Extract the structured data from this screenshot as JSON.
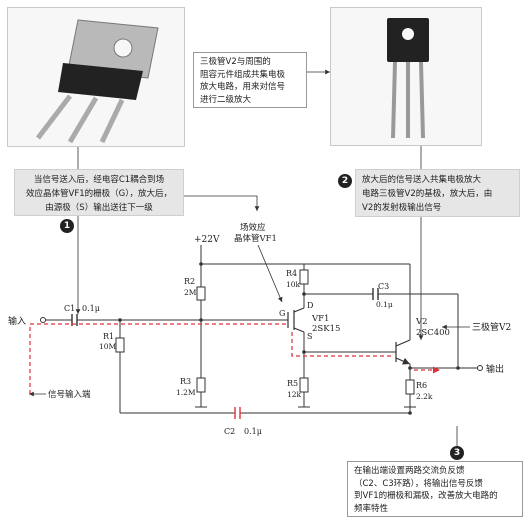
{
  "callouts": {
    "top_right": [
      "三极管V2与周围的",
      "阻容元件组成共集电极",
      "放大电路，用来对信号",
      "进行二级放大"
    ],
    "step1": [
      "当信号送入后，经电容C1耦合到场",
      "效应晶体管VF1的栅极（G），放大后，",
      "由源极（S）输出送往下一级"
    ],
    "step2": [
      "放大后的信号送入共集电极放大",
      "电路三极管V2的基极，放大后，由",
      "V2的发射极输出信号"
    ],
    "step3": [
      "在输出端设置两路交流负反馈",
      "（C2、C3环路），将输出信号反馈",
      "到VF1的栅极和漏极，改善放大电路的",
      "频率特性"
    ]
  },
  "badges": {
    "one": "1",
    "two": "2",
    "three": "3"
  },
  "labels": {
    "fet_label": [
      "场效应",
      "晶体管VF1"
    ],
    "vcc": "+22V",
    "input": "输入",
    "output": "输出",
    "signal_in": "信号输入端",
    "transistor_pointer": "三极管V2"
  },
  "components": {
    "c1": {
      "name": "C1",
      "value": "0.1μ"
    },
    "r1": {
      "name": "R1",
      "value": "10M"
    },
    "r2": {
      "name": "R2",
      "value": "2M"
    },
    "r3": {
      "name": "R3",
      "value": "1.2M"
    },
    "c2": {
      "name": "C2",
      "value": "0.1μ"
    },
    "r4": {
      "name": "R4",
      "value": "10k"
    },
    "c3": {
      "name": "C3",
      "value": "0.1μ"
    },
    "r5": {
      "name": "R5",
      "value": "12k"
    },
    "r6": {
      "name": "R6",
      "value": "2.2k"
    },
    "vf1": {
      "name": "VF1",
      "part": "2SK15",
      "d": "D",
      "g": "G",
      "s": "S"
    },
    "v2": {
      "name": "V2",
      "part": "2SC400"
    }
  },
  "colors": {
    "signal_path": "#e0303a",
    "wire": "#333333",
    "callout_bg": "#e6e6e6"
  }
}
